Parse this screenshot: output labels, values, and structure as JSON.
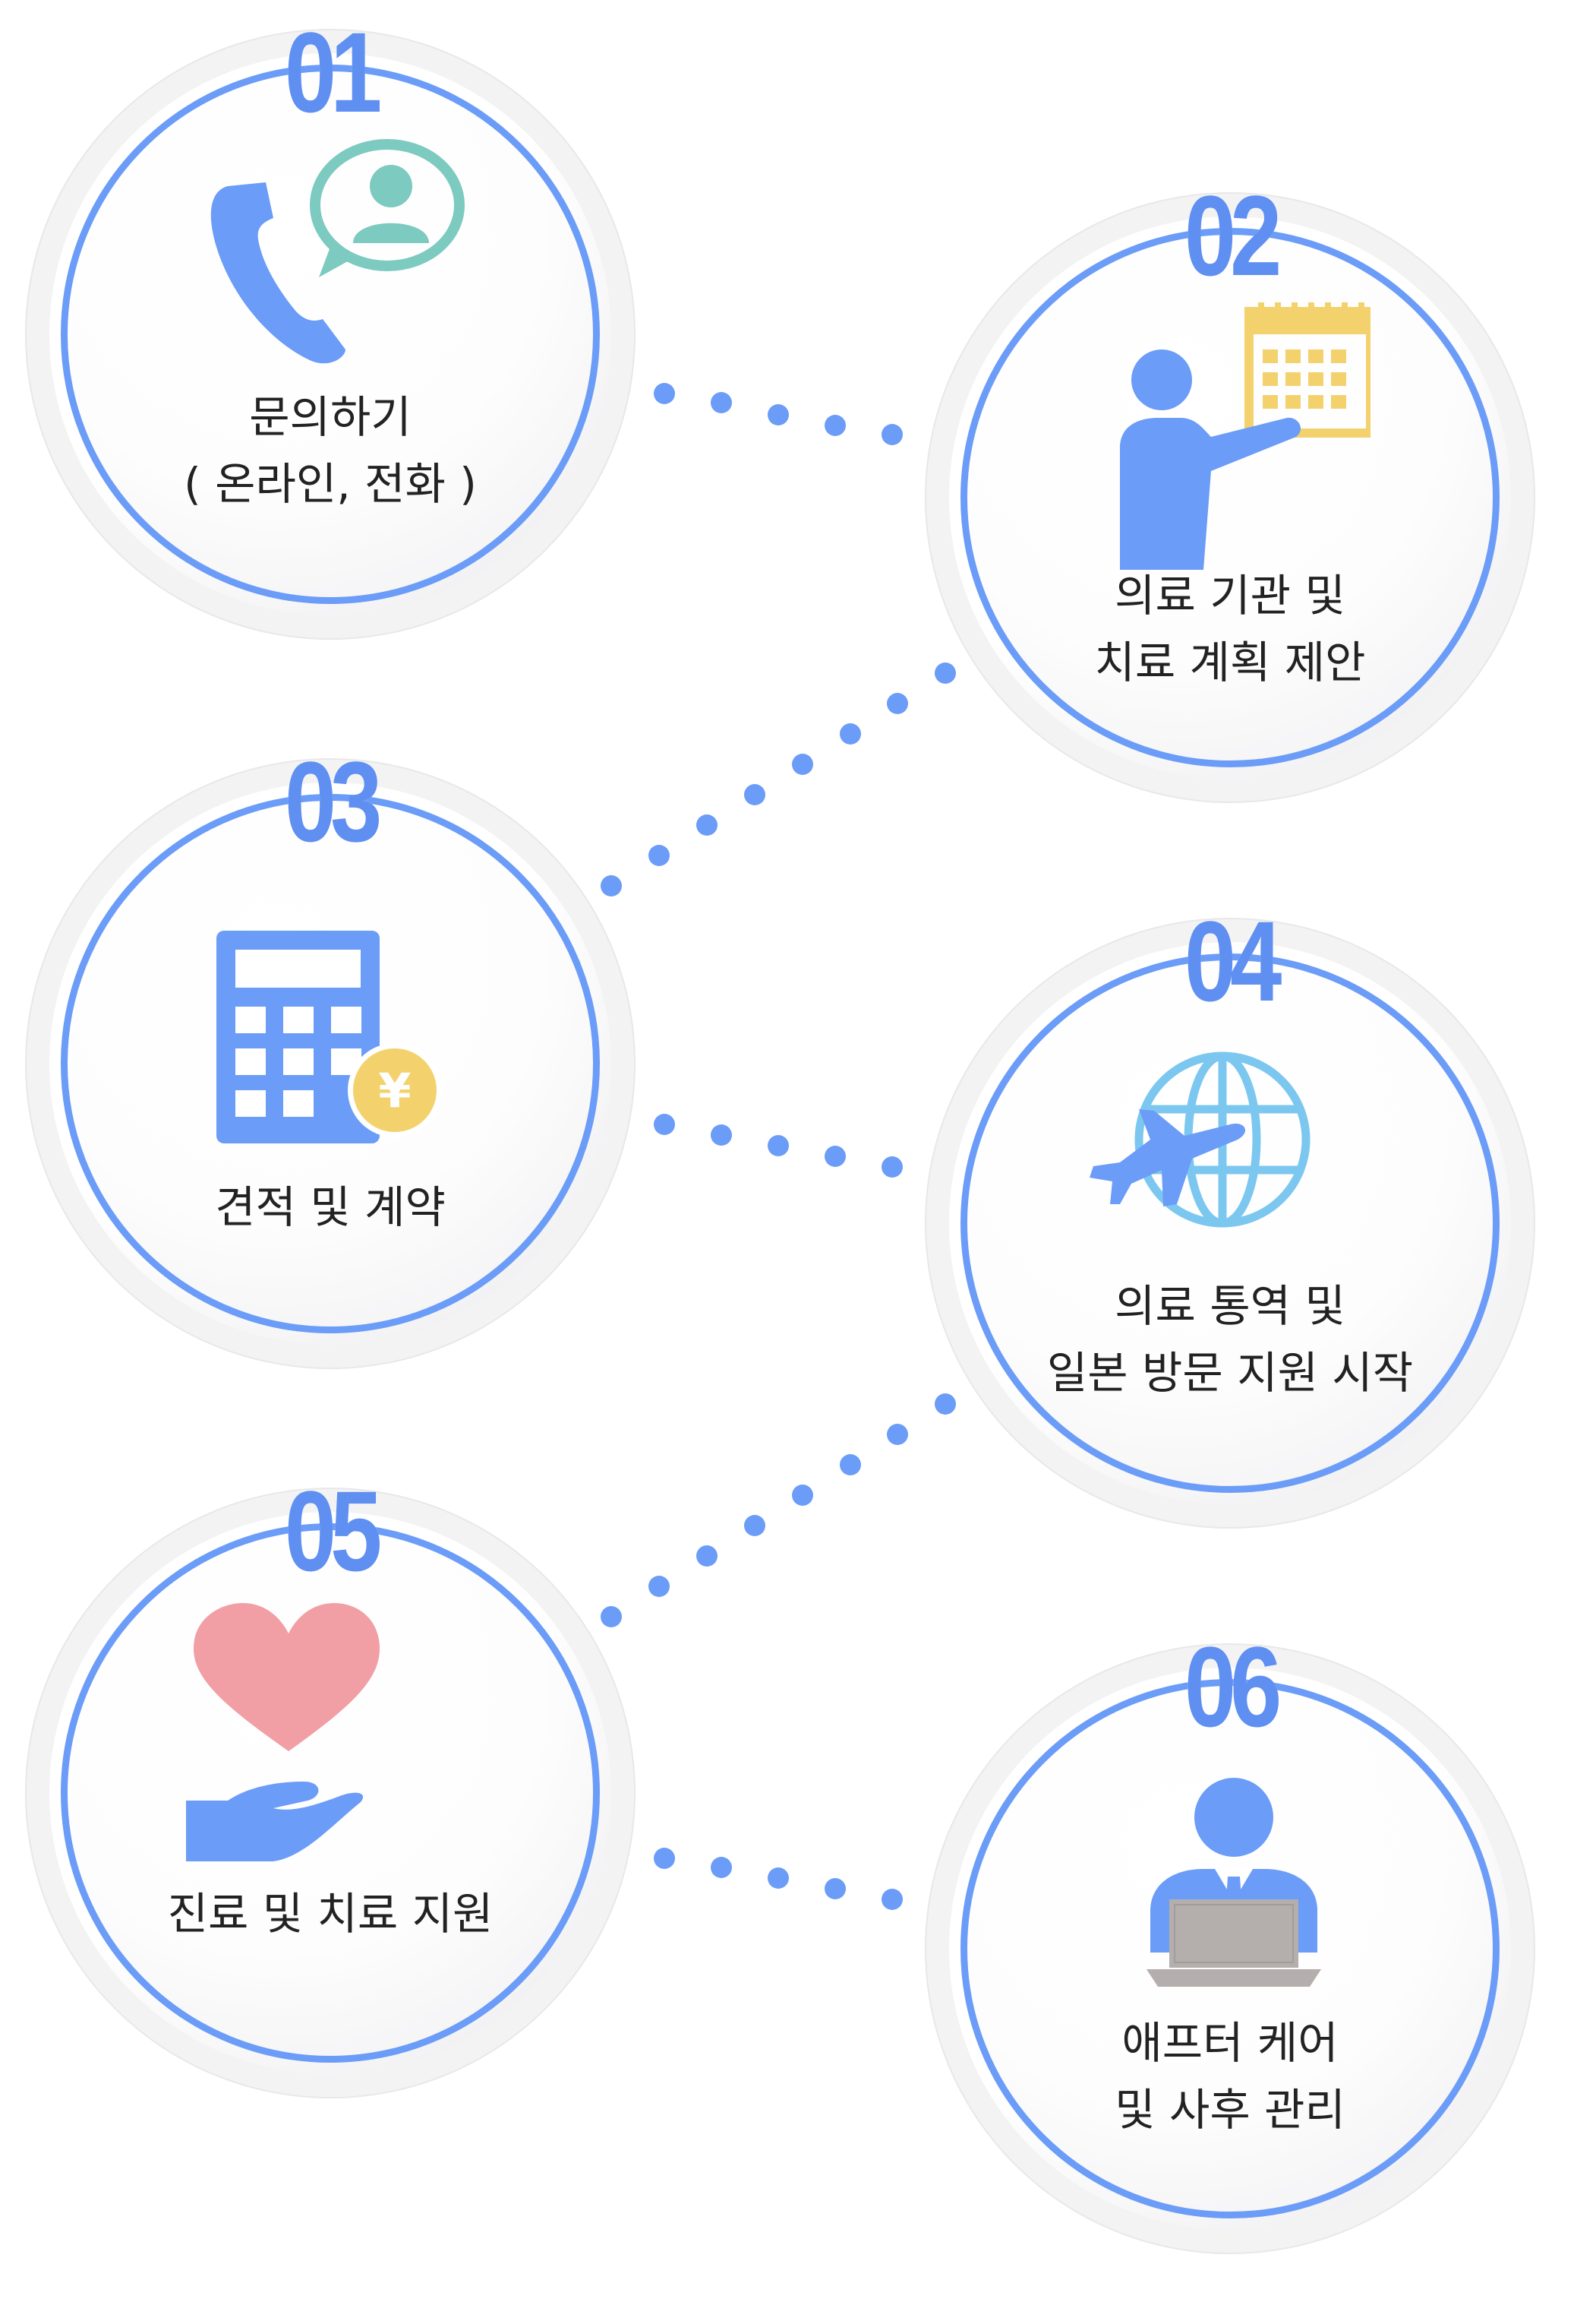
{
  "steps": [
    {
      "number": "01",
      "line1": "문의하기",
      "line2": "( 온라인, 전화 )",
      "icon": "phone-chat-icon"
    },
    {
      "number": "02",
      "line1": "의료 기관 및",
      "line2": "치료 계획 제안",
      "icon": "person-calendar-icon"
    },
    {
      "number": "03",
      "line1": "견적 및 계약",
      "line2": "",
      "icon": "calculator-yen-icon"
    },
    {
      "number": "04",
      "line1": "의료 통역 및",
      "line2": "일본 방문 지원 시작",
      "icon": "airplane-globe-icon"
    },
    {
      "number": "05",
      "line1": "진료 및 치료 지원",
      "line2": "",
      "icon": "heart-hand-icon"
    },
    {
      "number": "06",
      "line1": "애프터 케어",
      "line2": "및 사후 관리",
      "icon": "person-laptop-icon"
    }
  ],
  "colors": {
    "accent": "#6b9cf7",
    "number": "#5f8ff1",
    "teal": "#7ccac0",
    "yellow": "#f3d26e",
    "pink": "#f19fa5",
    "gray": "#b4aeac"
  }
}
